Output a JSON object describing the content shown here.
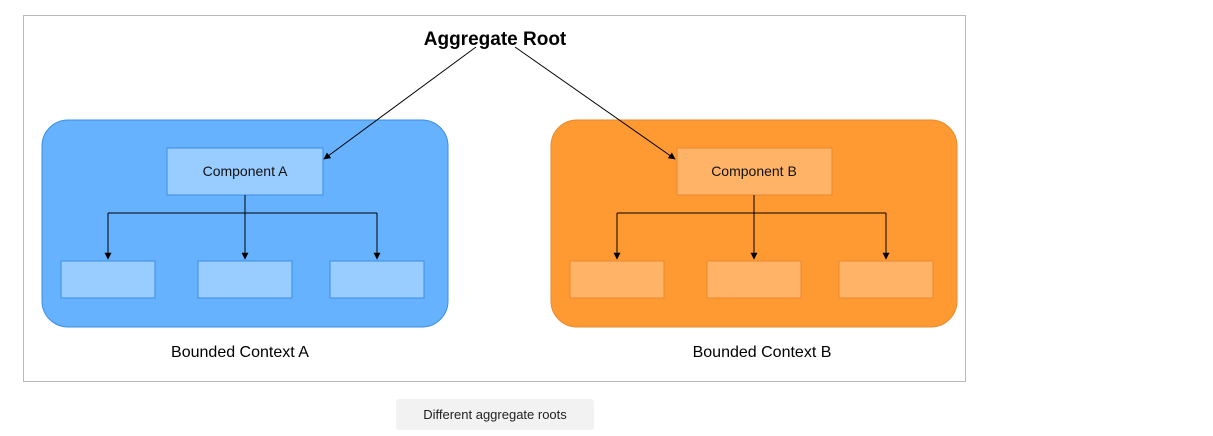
{
  "diagram": {
    "root_label": "Aggregate Root",
    "contexts": [
      {
        "label": "Bounded Context A",
        "component_label": "Component A",
        "fill": "#66b2ff",
        "border": "#3b8ee6",
        "component_fill": "#99ccff",
        "child_fill": "#99ccff",
        "child_count": 3
      },
      {
        "label": "Bounded Context B",
        "component_label": "Component B",
        "fill": "#ff9a33",
        "border": "#e68a2e",
        "component_fill": "#ffb366",
        "child_fill": "#ffb366",
        "child_count": 3
      }
    ]
  },
  "caption": "Different aggregate roots"
}
